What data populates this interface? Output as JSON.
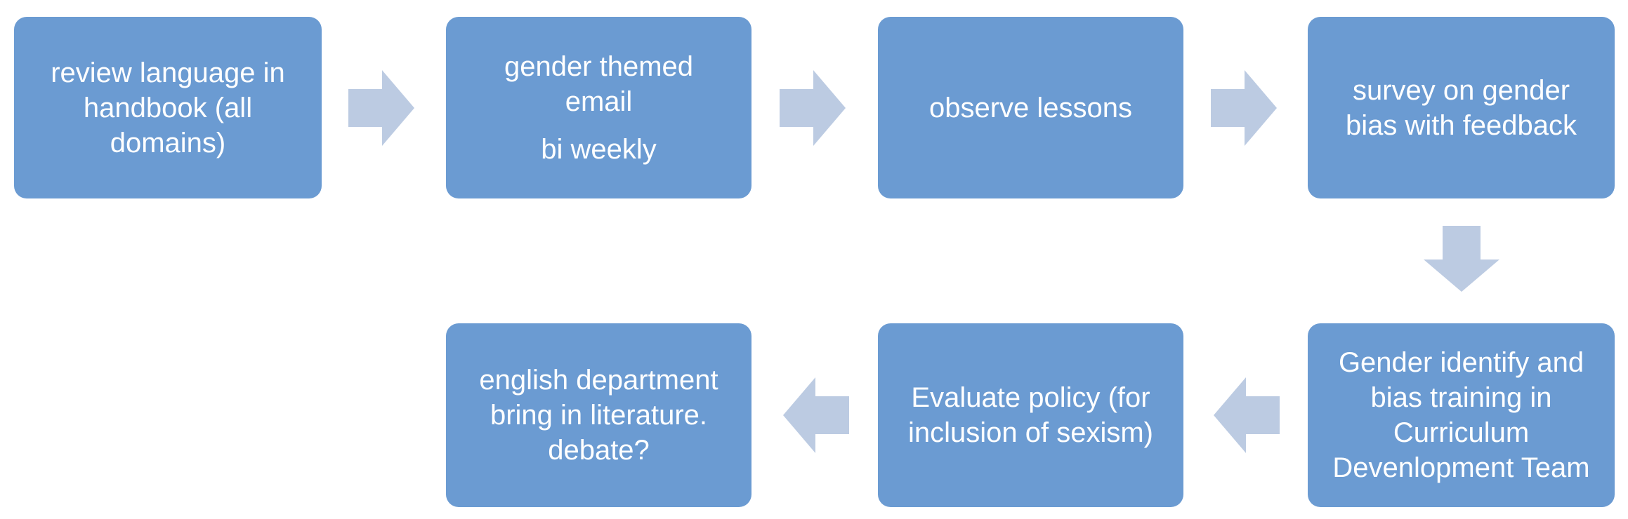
{
  "colors": {
    "box": "#6b9bd2",
    "arrow": "#bccbe2",
    "text": "#ffffff",
    "background": "#ffffff"
  },
  "steps": [
    {
      "lines": [
        "review language in",
        "handbook (all",
        "domains)"
      ]
    },
    {
      "lines": [
        "gender themed",
        "email"
      ],
      "sub": "bi weekly"
    },
    {
      "lines": [
        "observe lessons"
      ]
    },
    {
      "lines": [
        "survey on gender",
        "bias with feedback"
      ]
    },
    {
      "lines": [
        "Gender identify and",
        "bias training in",
        "Curriculum",
        "Devenlopment Team"
      ]
    },
    {
      "lines": [
        "Evaluate policy (for",
        "inclusion of sexism)"
      ]
    },
    {
      "lines": [
        "english department",
        "bring in literature.",
        "debate?"
      ]
    }
  ],
  "arrows": [
    {
      "icon": "arrow-right-icon"
    },
    {
      "icon": "arrow-right-icon"
    },
    {
      "icon": "arrow-right-icon"
    },
    {
      "icon": "arrow-down-icon"
    },
    {
      "icon": "arrow-left-icon"
    },
    {
      "icon": "arrow-left-icon"
    }
  ]
}
